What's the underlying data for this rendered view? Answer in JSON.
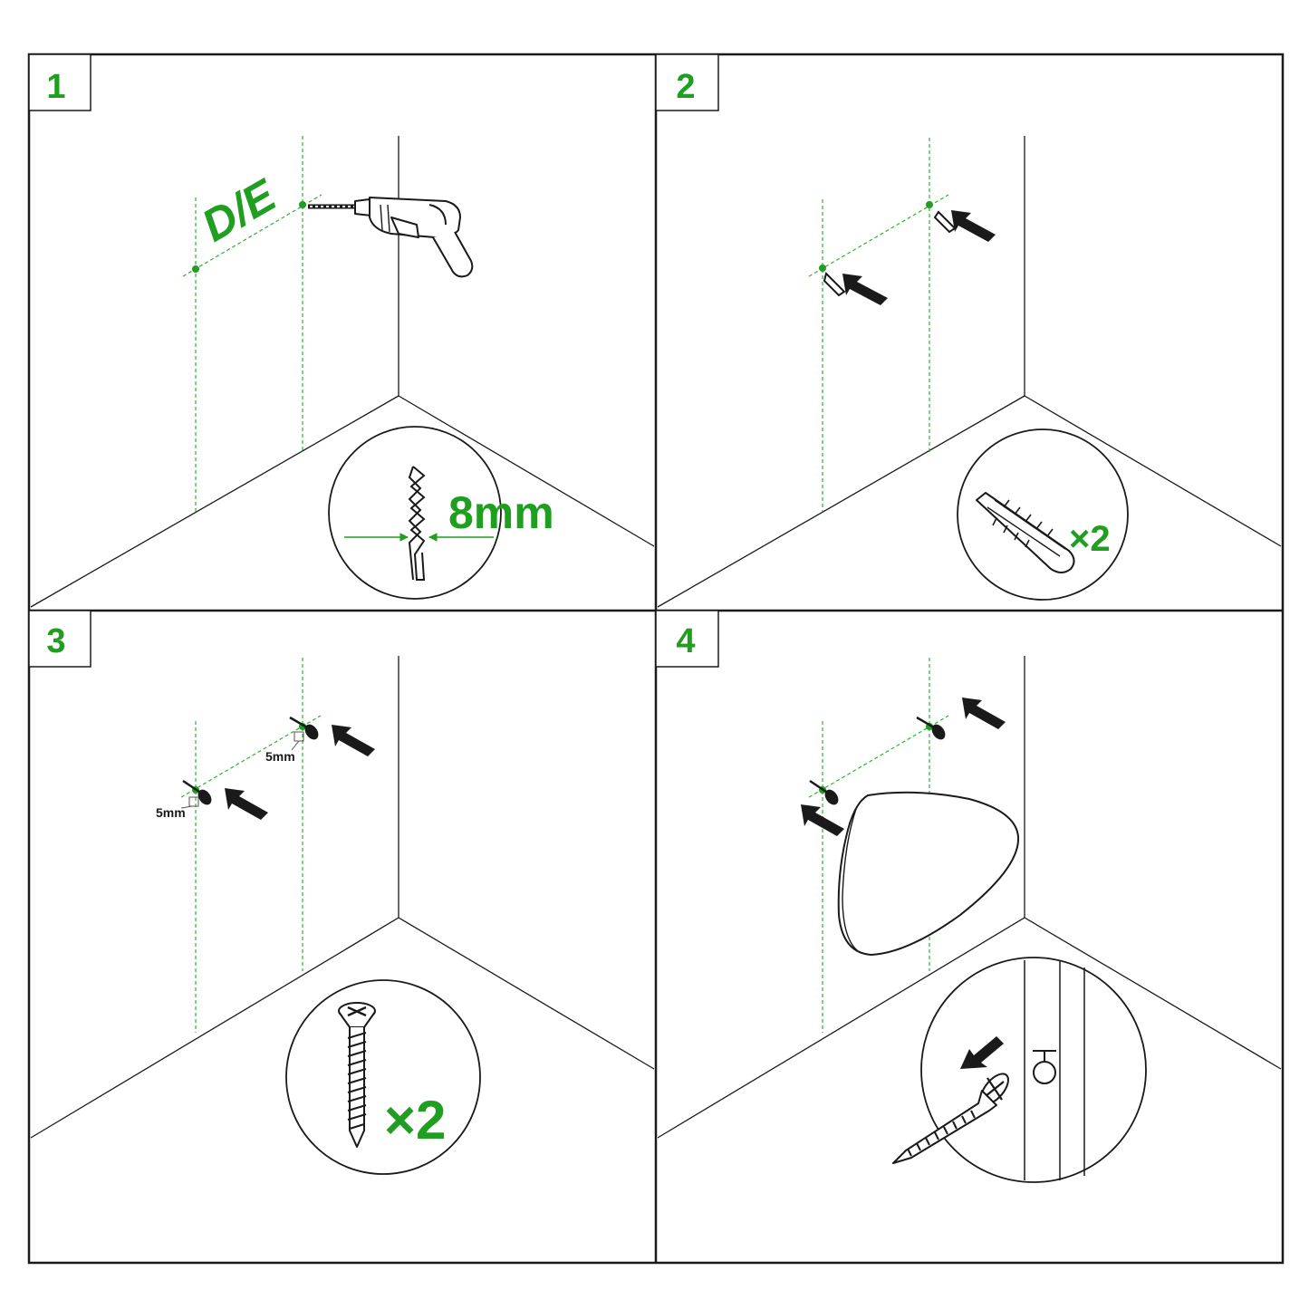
{
  "colors": {
    "green": "#1f9e1f",
    "ink": "#1a1a1a",
    "dash": "#2bb32b"
  },
  "steps": [
    {
      "number": "1",
      "label": "D/E",
      "detail": "8mm",
      "icons": [
        "drill-icon",
        "drill-bit-icon"
      ]
    },
    {
      "number": "2",
      "detail": "×2",
      "icons": [
        "wall-plug-icon",
        "arrow-icon"
      ]
    },
    {
      "number": "3",
      "detail": "×2",
      "gap_label": "5mm",
      "icons": [
        "screw-icon",
        "arrow-icon"
      ]
    },
    {
      "number": "4",
      "icons": [
        "mirror-icon",
        "keyhole-icon",
        "screw-icon",
        "arrow-icon"
      ]
    }
  ]
}
